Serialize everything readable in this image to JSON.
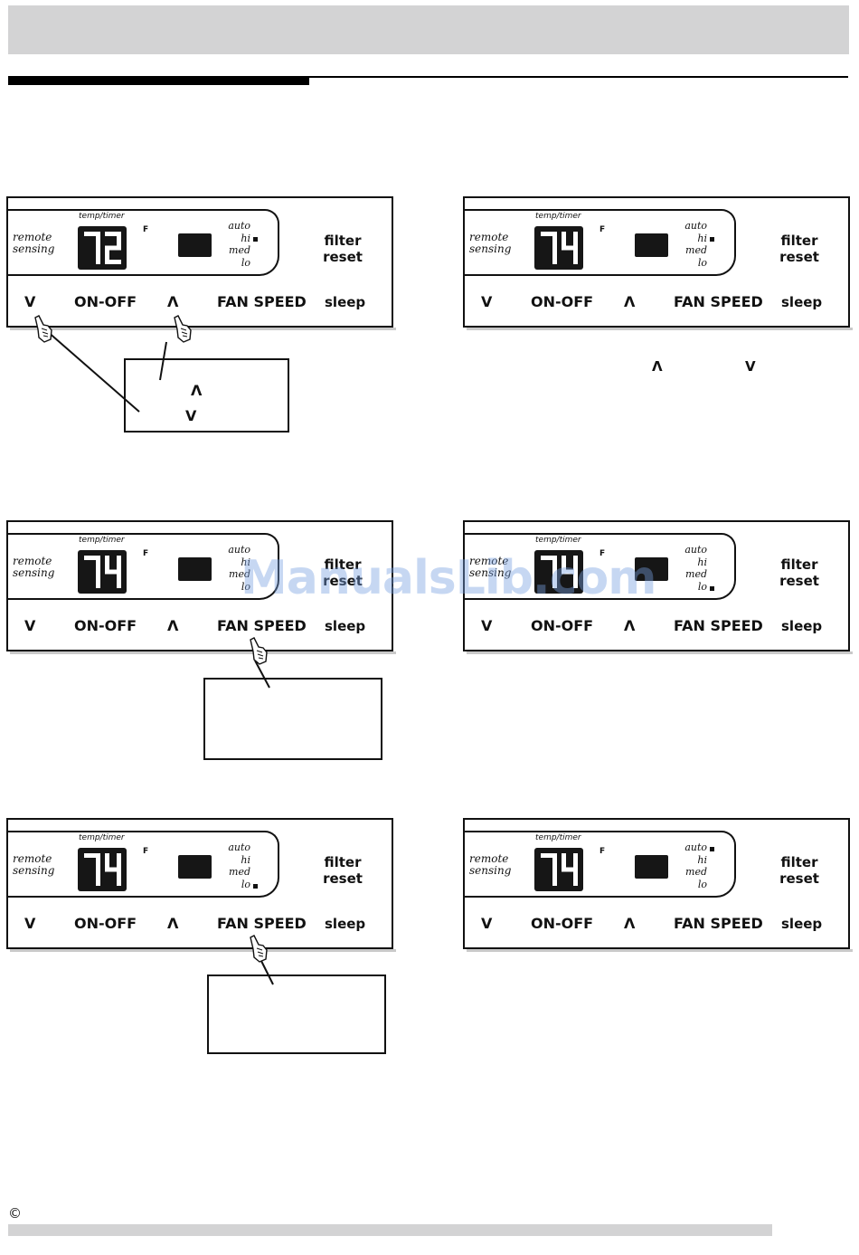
{
  "panel_labels": {
    "remote_line1": "remote",
    "remote_line2": "sensing",
    "temp_timer": "temp/timer",
    "unit": "F",
    "fan_auto": "auto",
    "fan_hi": "hi",
    "fan_med": "med",
    "fan_lo": "lo",
    "filter_line1": "filter",
    "filter_line2": "reset",
    "down_button": "V",
    "onoff_button": "ON-OFF",
    "up_button": "Λ",
    "fan_speed_button": "FAN SPEED",
    "sleep_button": "sleep"
  },
  "panels": [
    {
      "display": "72",
      "fan_indicator": "hi",
      "pressed": [
        "down",
        "up"
      ]
    },
    {
      "display": "74",
      "fan_indicator": "hi",
      "pressed": []
    },
    {
      "display": "74",
      "fan_indicator": "none",
      "pressed": [
        "fan_speed"
      ]
    },
    {
      "display": "74",
      "fan_indicator": "lo",
      "pressed": []
    },
    {
      "display": "74",
      "fan_indicator": "lo",
      "pressed": [
        "fan_speed"
      ]
    },
    {
      "display": "74",
      "fan_indicator": "auto",
      "pressed": []
    }
  ],
  "callout_1": {
    "up_symbol": "Λ",
    "down_symbol": "V"
  },
  "text_row": {
    "up_symbol": "Λ",
    "down_symbol": "V"
  },
  "copyright": "©",
  "watermark": "ManualsLib.com",
  "colors": {
    "gray_bar": "#d3d3d4",
    "display_bg": "#161616",
    "watermark": "#78a0e1"
  },
  "icons": [
    "pointing-hand-icon"
  ]
}
